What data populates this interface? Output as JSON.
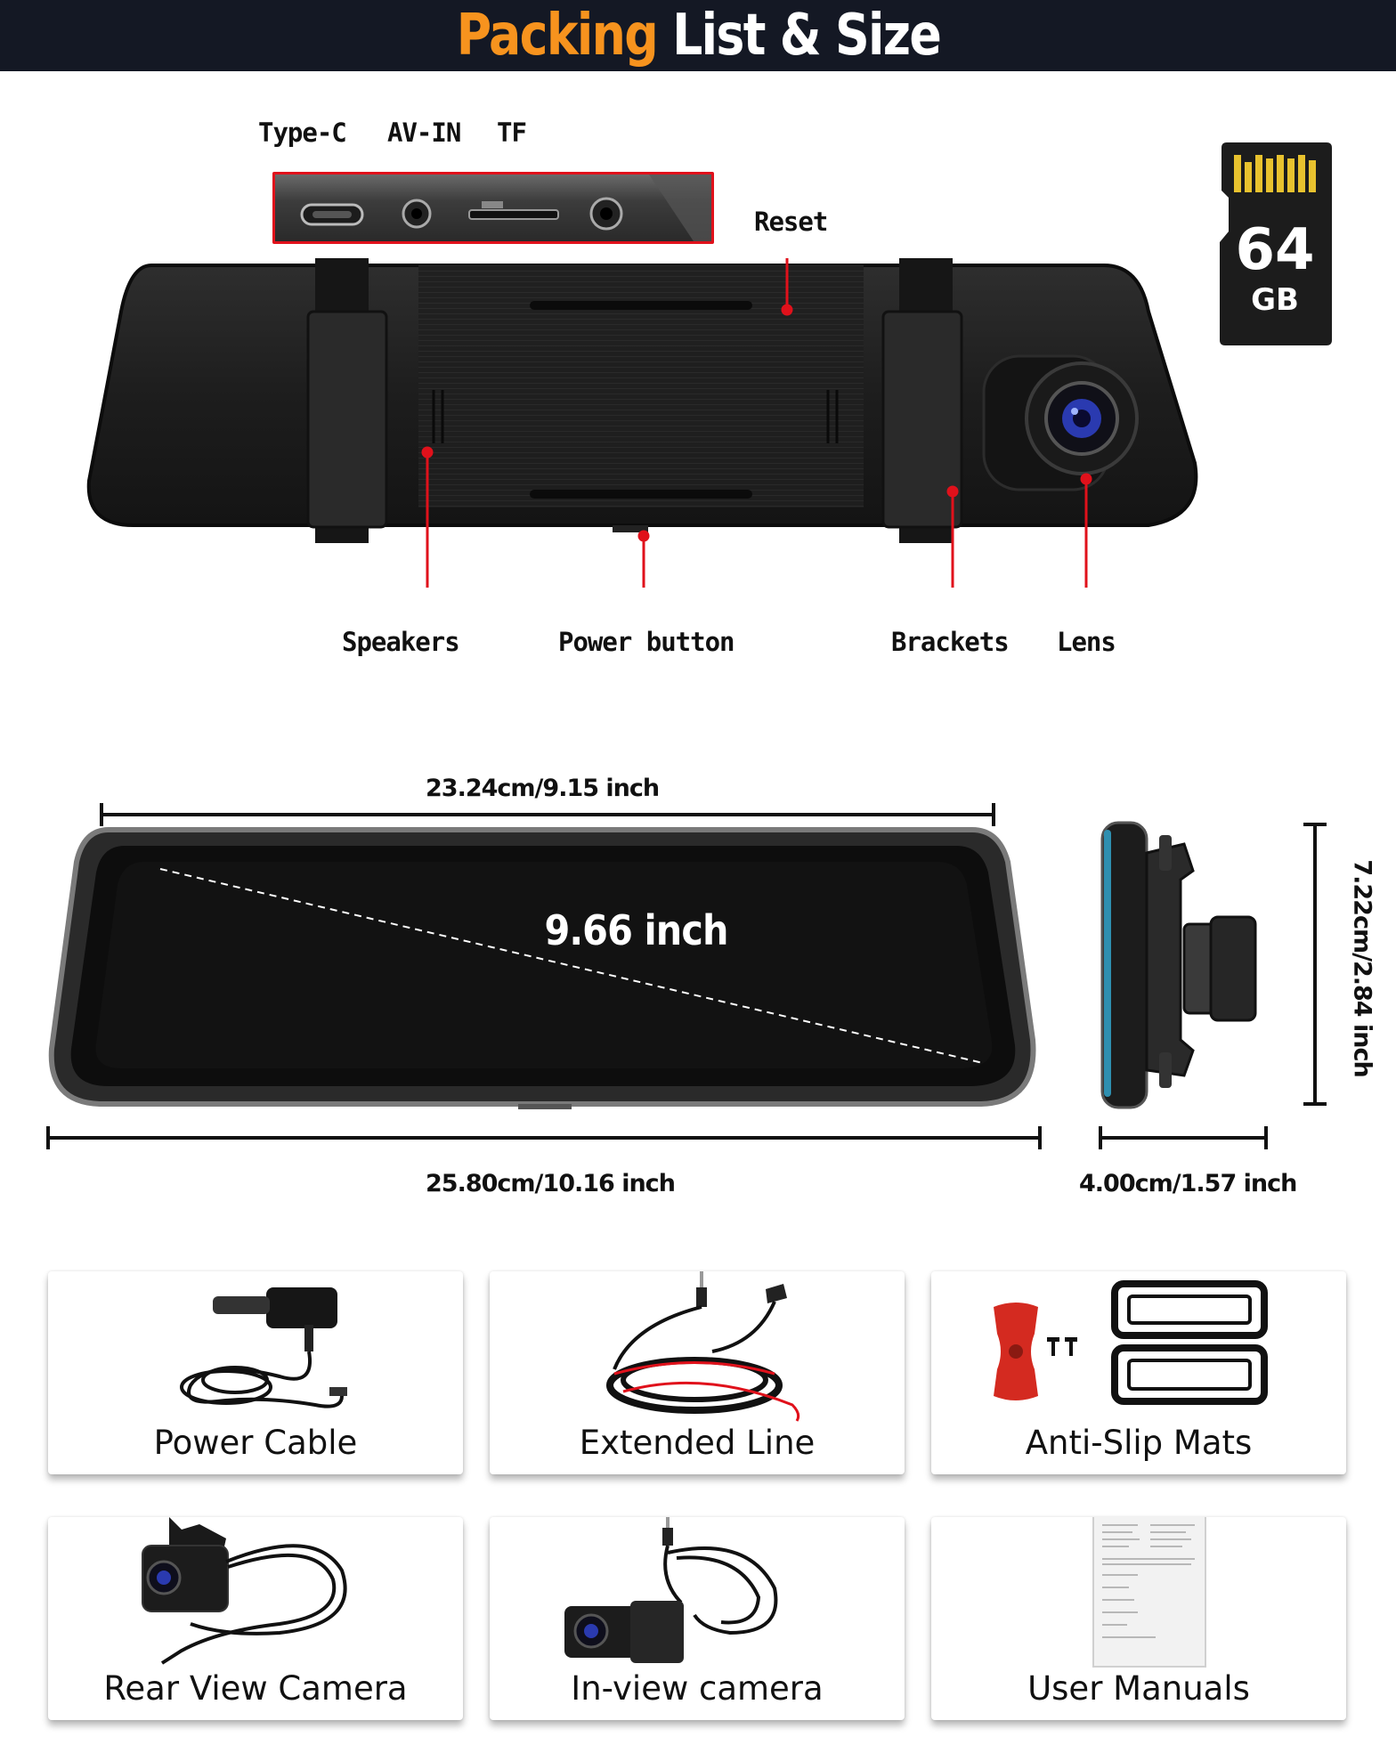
{
  "header": {
    "title_accent": "Packing",
    "title_rest": "List & Size",
    "accent_color": "#f7931e",
    "background_color": "#141824"
  },
  "ports": {
    "type_c": "Type-C",
    "av_in": "AV-IN",
    "tf": "TF"
  },
  "callouts": {
    "reset": "Reset",
    "speakers": "Speakers",
    "power_button": "Power button",
    "brackets": "Brackets",
    "lens": "Lens",
    "line_color": "#e0111b"
  },
  "sd_card": {
    "capacity": "64",
    "unit": "GB"
  },
  "dimensions": {
    "screen_width": "23.24cm/9.15 inch",
    "screen_diagonal": "9.66 inch",
    "total_width": "25.80cm/10.16 inch",
    "height": "7.22cm/2.84 inch",
    "depth": "4.00cm/1.57 inch"
  },
  "packing_list": [
    {
      "label": "Power Cable",
      "icon": "power-cable-icon"
    },
    {
      "label": "Extended Line",
      "icon": "extended-line-icon"
    },
    {
      "label": "Anti-Slip Mats",
      "icon": "anti-slip-mats-icon"
    },
    {
      "label": "Rear View Camera",
      "icon": "rear-view-camera-icon"
    },
    {
      "label": "In-view camera",
      "icon": "in-view-camera-icon"
    },
    {
      "label": "User Manuals",
      "icon": "user-manual-icon"
    }
  ]
}
